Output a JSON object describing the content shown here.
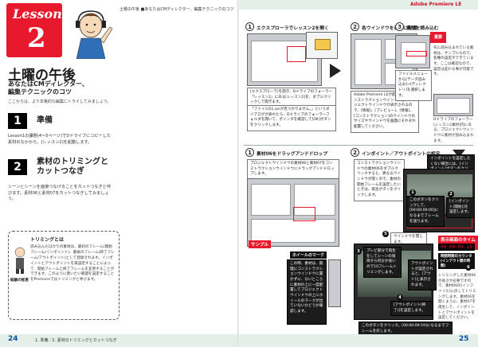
{
  "left": {
    "header": "土曜の午後 ■あなたはCMディレクター、編集テクニックのコツ",
    "lesson_word": "Lesson",
    "lesson_num": "2",
    "title": "土曜の午後",
    "subtitle_1": "あなたはCMディレクター、",
    "subtitle_2": "編集テクニックのコツ",
    "intro": "ここからは、より本格的な編集にトライしてみましょう。",
    "sec1": {
      "num": "1",
      "title": "準備",
      "body": "Lesson1の課題(4〜5ページ)でDドライブにコピーした素材のなかから、[レッスン2]を起動します。"
    },
    "sec2": {
      "num": "2",
      "title_1": "素材のトリミングと",
      "title_2": "カットつなぎ",
      "body": "シーンとシーンを面接つなげることをカットつなぎと呼びます。素材06と素材07をカットつなぎしてみましょう。"
    },
    "trim": {
      "title": "トリミングとは",
      "text": "読み込んだばかりの素材は、最初のフレーム(開始フレーム/インポイント)、最後のフレーム(終了フレーム/アウトポイント)として登録されます。インポイントとアウトポイントを再設定することによって、開始フレームと終了フレームを変更することができます。このように使いたい範囲を設定することをPremiereではトリミングと呼びます。",
      "caption": "経験の智恵"
    },
    "footer_num": "24",
    "footer_text": "1. 準備／2. 素材のトリミングとカットつなぎ"
  },
  "right": {
    "brand": "Adobe Premiere LE",
    "step1": {
      "num": "1",
      "title": "エクスプローラでレッスン2を開く",
      "callout_1": "[エクスプローラ]を開き、Dドライブのフォーラー「レッスン2」にある[レッスン2]を、ダブルクリックして開きます。",
      "callout_2": "「ファイルD1.aviが見つかりません。」というダイアログが表れたら、Dドライブのフォーラーフォルダを開いて、ポインタを確認して[OK]ボタンをクリックします。"
    },
    "step2": {
      "num": "2",
      "title": "各ウインドウを適切に配置",
      "callout": "Adobe Premiere LEが起動して、コンストラクションウインドウと、プロジェクトウインドウが表示されるので、[情報]、[プレビュー]、[情報]、[コンストラクション]のウインドウのサイズやウインドウを画面にそれぞれ配置してください。"
    },
    "step3": {
      "num": "3",
      "title": "素材を読み込む",
      "note_label": "重要",
      "note_text": "先に読み込まれている素材は、サンプルなので、各種の設定ができています。ここは確認なので、設定は変わる事が可能です。",
      "callout": "ファイルメニューから[データ読み込み]→[ディレクトリ]を選択します。",
      "side": "Dドライブのフォーラー[レッスン2素材]内にある、プロジェクトウィンドウに素材が読み込まれます。"
    },
    "step4": {
      "num": "1",
      "title": "素材06をドラッグアンドドロップ",
      "callout": "プロジェクトウインドウの素材06と素材07をコンストラクションウインドウにドラッグアンドドロップします。",
      "tag_sample": "サンプル",
      "tag_wheel": "ホイールのマーク",
      "callout_2": "この時、素材は、無理にコンストラクションウインドウに置かずに、ないところに素材の上に一度配置してプロジェクトウインドウの上にホイールのマークが出ていないかどうか確認します。"
    },
    "step5": {
      "num": "2",
      "title": "インポイント／アウトポイントの設定",
      "callout_1": "コンストラクションウインドウの素材06をダブルクリックすると、異なるウインドウが開くので、素材の開始フレームを設定したいときは、再生ボタンをクリックします。",
      "callout_2": "インポイントを設定したくない場合には、[インポイント]ボタンをクリックして、カットつなぎを開始します。",
      "step_a": "このボタンをクリックして、[00:00:09:00]になるまでフレームを送ります。",
      "step_b": "[インポイント(開始)]を設定します。",
      "step_c": "ウインドウを閉じます。",
      "step_d": "プレビ部分で再生をしてシーンの境目から何分か長いので10フレームトリミングします。",
      "step_e": "アウトポイントが設定されると、[アウト]と表示されます。",
      "step_f": "[アウトポイント(終了)]を設定します。",
      "step_g": "このボタンをクリック。[00:00:09:19]になるまでフレームを戻します。",
      "tag_timecode": "表示画面のタイムコード",
      "tag_duration": "時間時間のカウンタ(インアウト間の時間)",
      "timecode": "00:00:09:19",
      "side": "トリミングした素材06の長さが必要ですので、素材06の[インファイル]に戻してトリミングします。素材06を開くように、素材07を再生して、インポイントとアウトポイントを設定してください。"
    },
    "footer_num": "25"
  }
}
